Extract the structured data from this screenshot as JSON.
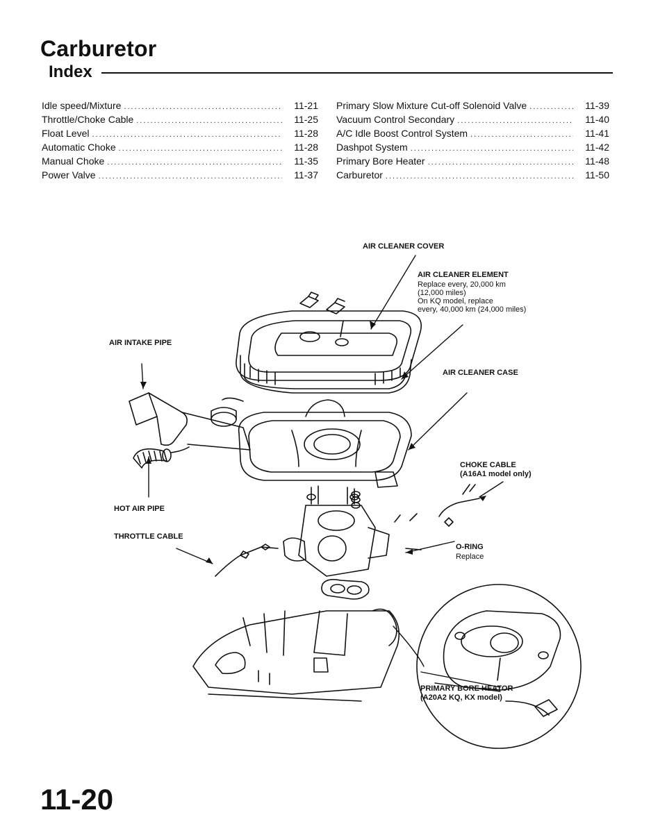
{
  "header": {
    "title": "Carburetor",
    "subtitle": "Index"
  },
  "index": {
    "left": [
      {
        "label": "Idle speed/Mixture",
        "page": "11-21"
      },
      {
        "label": "Throttle/Choke Cable",
        "page": "11-25"
      },
      {
        "label": "Float Level",
        "page": "11-28"
      },
      {
        "label": "Automatic Choke",
        "page": "11-28"
      },
      {
        "label": "Manual Choke",
        "page": "11-35"
      },
      {
        "label": "Power Valve",
        "page": "11-37"
      }
    ],
    "right": [
      {
        "label": "Primary Slow Mixture Cut-off Solenoid Valve",
        "page": "11-39"
      },
      {
        "label": "Vacuum Control Secondary",
        "page": "11-40"
      },
      {
        "label": "A/C Idle Boost Control System",
        "page": "11-41"
      },
      {
        "label": "Dashpot System",
        "page": "11-42"
      },
      {
        "label": "Primary Bore Heater",
        "page": "11-48"
      },
      {
        "label": "Carburetor",
        "page": "11-50"
      }
    ]
  },
  "diagram": {
    "air_cleaner_cover": "AIR CLEANER COVER",
    "air_cleaner_element": {
      "title": "AIR CLEANER ELEMENT",
      "lines": [
        "Replace every, 20,000 km",
        "(12,000 miles)",
        "On KQ model, replace",
        "every, 40,000 km (24,000 miles)"
      ]
    },
    "air_intake_pipe": "AIR INTAKE PIPE",
    "air_cleaner_case": "AIR CLEANER CASE",
    "choke_cable": {
      "title": "CHOKE CABLE",
      "sub": "(A16A1 model only)"
    },
    "hot_air_pipe": "HOT AIR PIPE",
    "throttle_cable": "THROTTLE CABLE",
    "o_ring": {
      "title": "O-RING",
      "sub": "Replace"
    },
    "primary_bore_heater": {
      "title": "PRIMARY BORE HEATOR",
      "sub": "(A20A2 KQ, KX model)"
    }
  },
  "footer": {
    "page_number": "11-20"
  }
}
